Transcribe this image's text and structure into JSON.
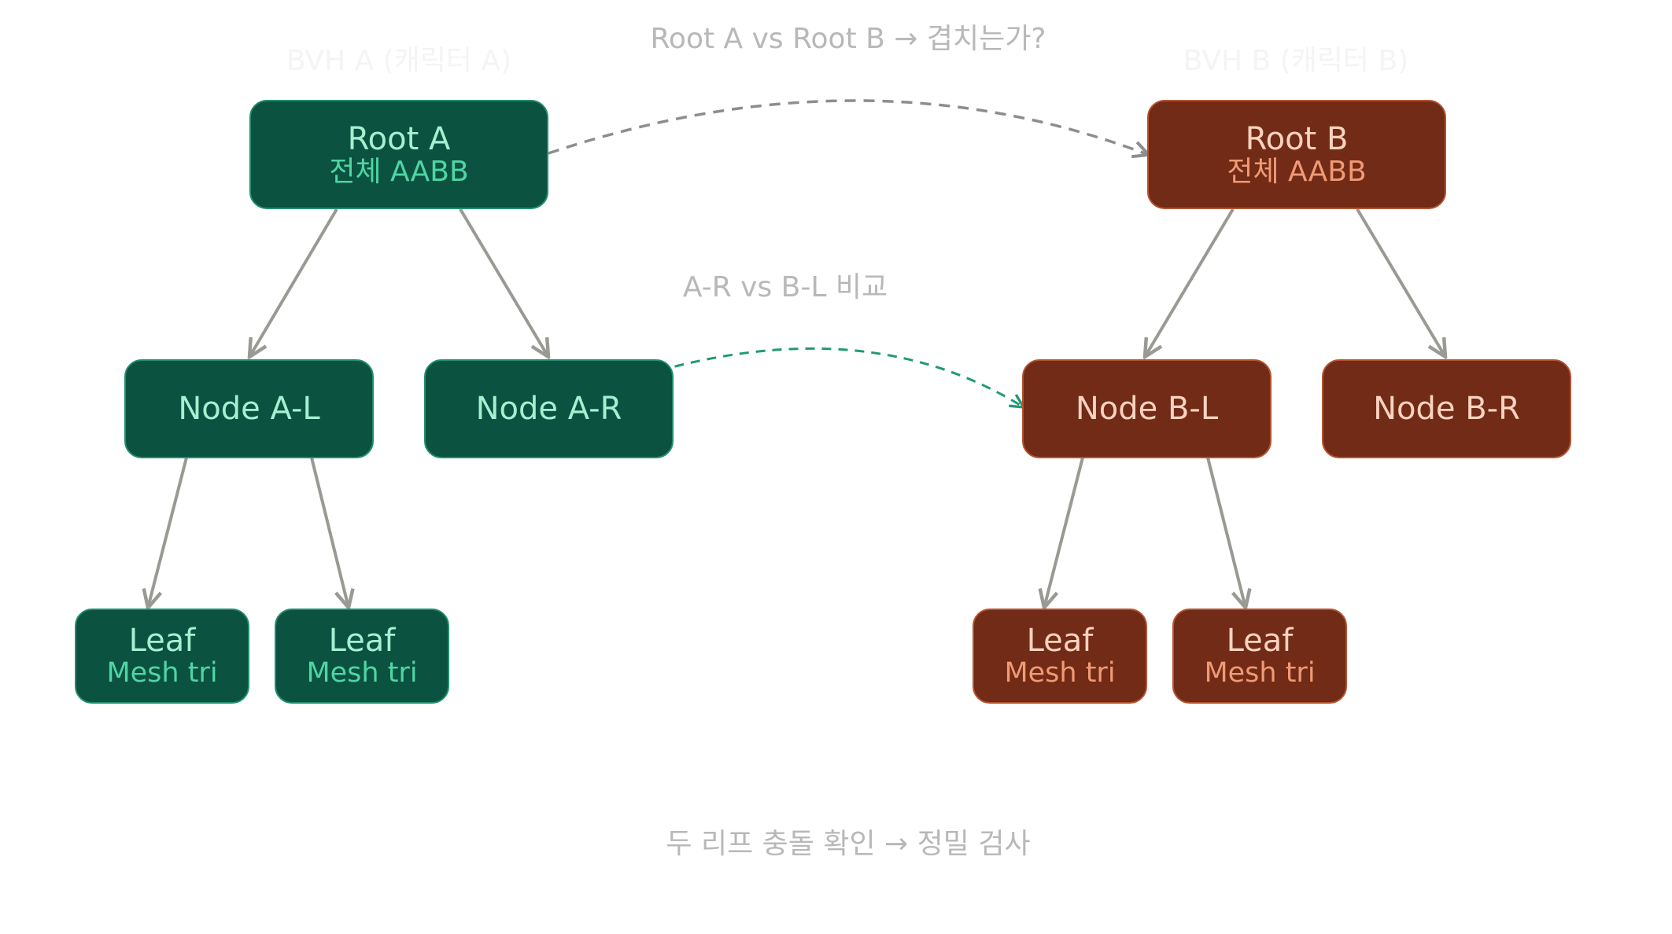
{
  "titles": {
    "bvh_a": "BVH A (캐릭터 A)",
    "bvh_b": "BVH B (캐릭터 B)"
  },
  "annotations": {
    "root_compare": "Root A vs Root B → 겹치는가?",
    "node_compare": "A-R vs B-L 비교",
    "leaf_check": "두 리프 충돌 확인 → 정밀 검사"
  },
  "tree_a": {
    "root": {
      "title": "Root A",
      "sub": "전체 AABB"
    },
    "left": {
      "title": "Node A-L"
    },
    "right": {
      "title": "Node A-R"
    },
    "leaves": [
      {
        "title": "Leaf",
        "sub": "Mesh tri"
      },
      {
        "title": "Leaf",
        "sub": "Mesh tri"
      }
    ]
  },
  "tree_b": {
    "root": {
      "title": "Root B",
      "sub": "전체 AABB"
    },
    "left": {
      "title": "Node B-L"
    },
    "right": {
      "title": "Node B-R"
    },
    "leaves": [
      {
        "title": "Leaf",
        "sub": "Mesh tri"
      },
      {
        "title": "Leaf",
        "sub": "Mesh tri"
      }
    ]
  },
  "colors": {
    "tree_a_fill": "#0b5240",
    "tree_b_fill": "#712b16",
    "edge": "#9a9a94",
    "root_link": "#8d8d8d",
    "node_link": "#1f9a76"
  }
}
